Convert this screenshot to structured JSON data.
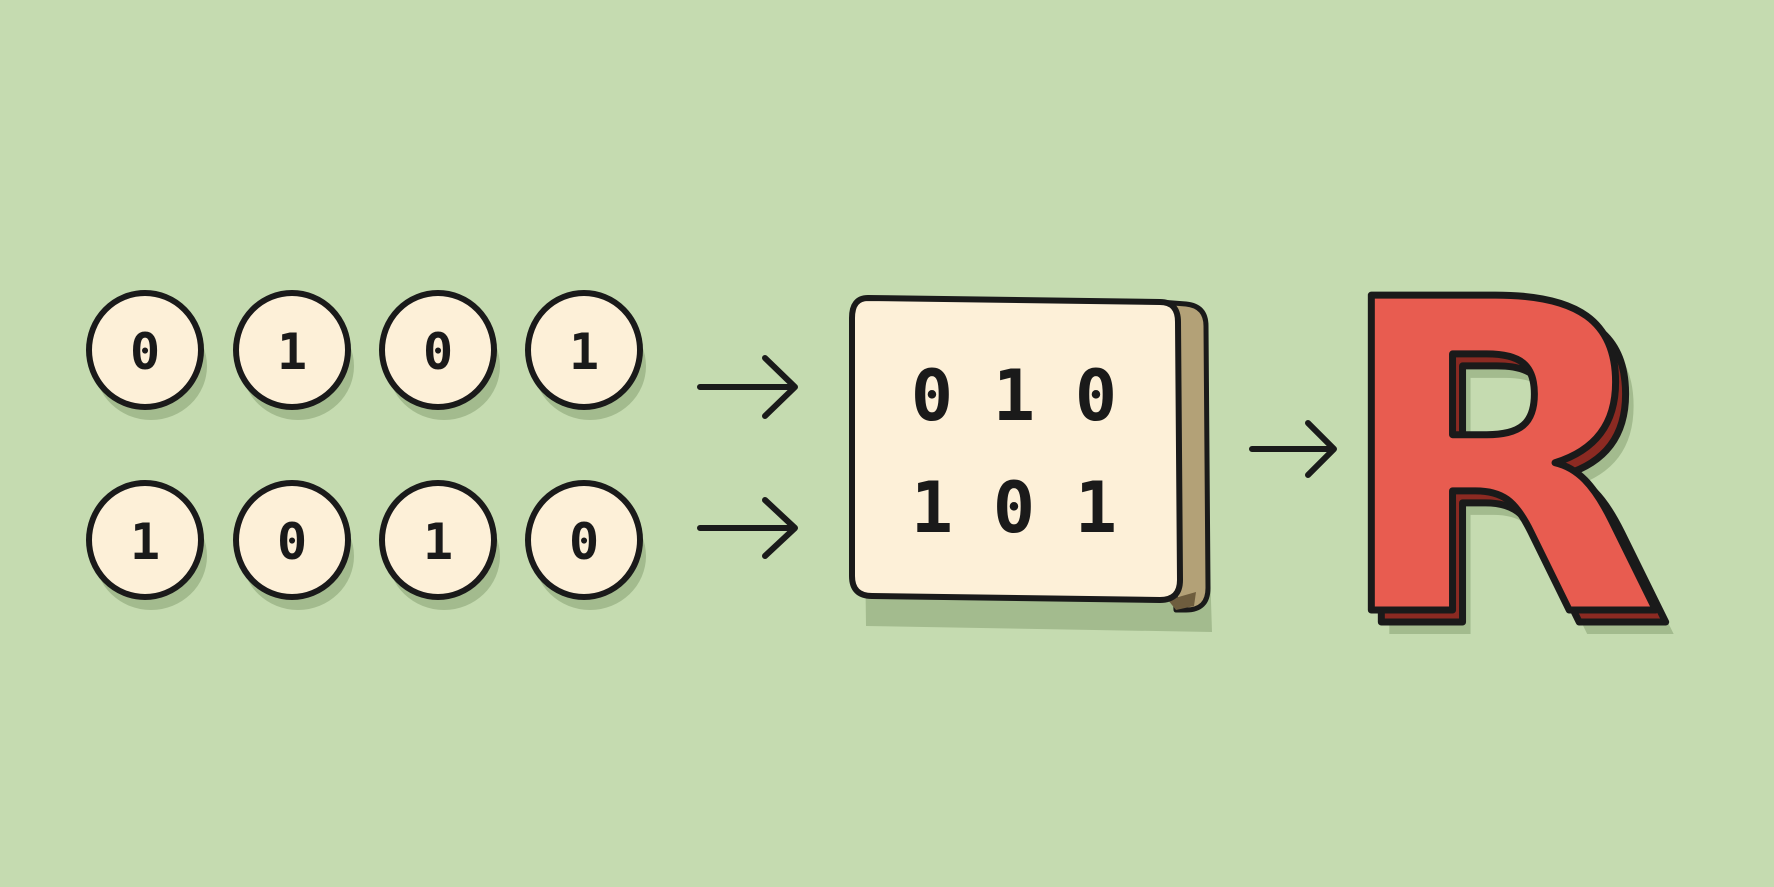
{
  "input_bits": {
    "row_1": [
      "0",
      "1",
      "0",
      "1"
    ],
    "row_2": [
      "1",
      "0",
      "1",
      "0"
    ]
  },
  "processor_card": {
    "row_1": [
      "0",
      "1",
      "0"
    ],
    "row_2": [
      "1",
      "0",
      "1"
    ]
  },
  "output_letter": "R",
  "colors": {
    "background": "#c5dbb0",
    "cream": "#fdf0d8",
    "outline": "#1a1a1a",
    "shadow": "#a3bb8e",
    "card_side": "#b3a177",
    "letter_face": "#e85c50",
    "letter_side": "#8c2a22"
  },
  "icons": {
    "flow_arrow": "arrow-right-icon"
  }
}
